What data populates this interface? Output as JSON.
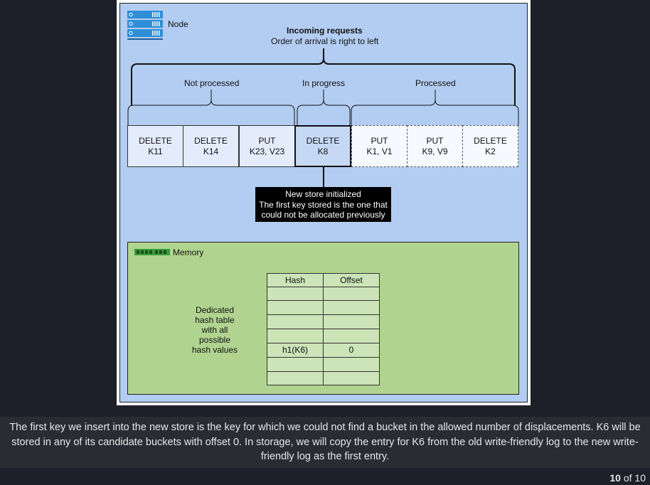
{
  "node": {
    "label": "Node",
    "incoming_title": "Incoming requests",
    "incoming_subtitle": "Order of arrival is right to left",
    "group_labels": {
      "not_processed": "Not processed",
      "in_progress": "In progress",
      "processed": "Processed"
    },
    "requests": [
      {
        "op": "DELETE",
        "arg": "K11",
        "state": "not_processed"
      },
      {
        "op": "DELETE",
        "arg": "K14",
        "state": "not_processed"
      },
      {
        "op": "PUT",
        "arg": "K23, V23",
        "state": "not_processed"
      },
      {
        "op": "DELETE",
        "arg": "K8",
        "state": "in_progress"
      },
      {
        "op": "PUT",
        "arg": "K1, V1",
        "state": "processed"
      },
      {
        "op": "PUT",
        "arg": "K9, V9",
        "state": "processed"
      },
      {
        "op": "DELETE",
        "arg": "K2",
        "state": "processed"
      }
    ],
    "callout": {
      "line1": "New store initialized",
      "line2": "The first key stored is the one that",
      "line3": "could not be allocated previously"
    }
  },
  "memory": {
    "label": "Memory",
    "hash_table_note": [
      "Dedicated",
      "hash table",
      "with all",
      "possible",
      "hash values"
    ],
    "columns": [
      "Hash",
      "Offset"
    ],
    "rows": [
      [
        "",
        ""
      ],
      [
        "",
        ""
      ],
      [
        "",
        ""
      ],
      [
        "",
        ""
      ],
      [
        "h1(K6)",
        "0"
      ],
      [
        "",
        ""
      ],
      [
        "",
        ""
      ]
    ]
  },
  "caption": "The first key we insert into the new store is the key for which we could not find a bucket in the allowed number of displacements. K6 will be stored in any of its candidate buckets with offset 0. In storage, we will copy the entry for K6 from the old write-friendly log to the new write-friendly log as the first entry.",
  "pager": {
    "current": "10",
    "separator": "of",
    "total": "10"
  },
  "colors": {
    "node_panel": "#b3cdf2",
    "memory_panel": "#b0d490",
    "server_icon": "#2e8fd8",
    "memory_icon": "#3a9a3a",
    "callout_bg": "#000000"
  },
  "icons": [
    "server-icon",
    "memory-module-icon"
  ]
}
